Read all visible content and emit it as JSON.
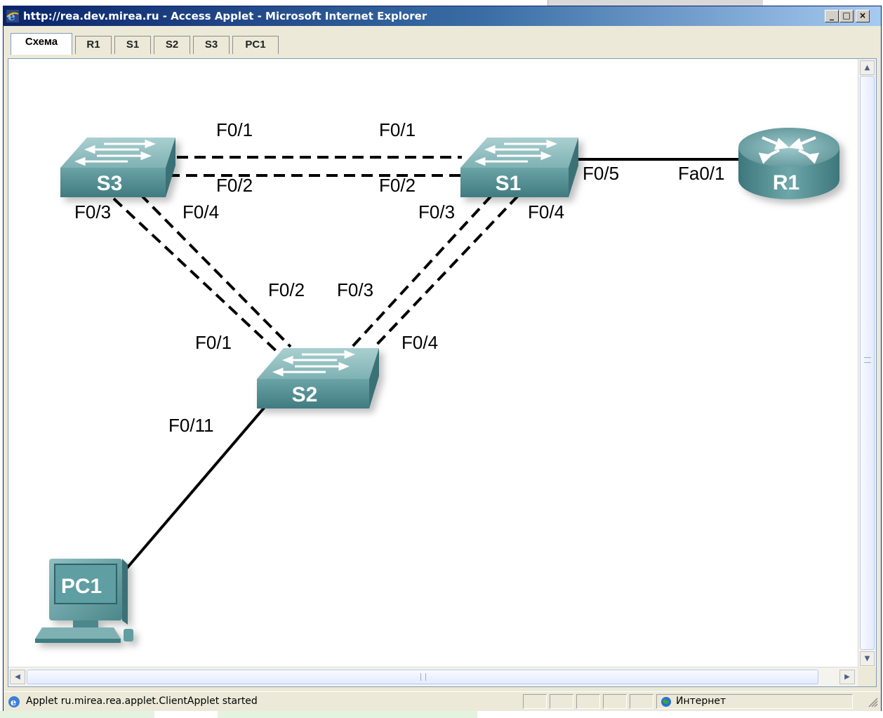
{
  "window": {
    "title": "http://rea.dev.mirea.ru - Access Applet - Microsoft Internet Explorer",
    "min_glyph": "_",
    "max_glyph": "□",
    "close_glyph": "×"
  },
  "tabs": [
    {
      "label": "Схема",
      "active": true
    },
    {
      "label": "R1",
      "active": false
    },
    {
      "label": "S1",
      "active": false
    },
    {
      "label": "S2",
      "active": false
    },
    {
      "label": "S3",
      "active": false
    },
    {
      "label": "PC1",
      "active": false
    }
  ],
  "diagram": {
    "devices": {
      "s3": "S3",
      "s1": "S1",
      "s2": "S2",
      "r1": "R1",
      "pc1": "PC1"
    },
    "ports": {
      "s3_s1_top_s3": "F0/1",
      "s3_s1_top_s1": "F0/1",
      "s3_s1_bottom_s3": "F0/2",
      "s3_s1_bottom_s1": "F0/2",
      "s1_r1_s1": "F0/5",
      "s1_r1_r1": "Fa0/1",
      "s3_s2_a_s3": "F0/3",
      "s3_s2_b_s3": "F0/4",
      "s1_s2_a_s1": "F0/3",
      "s1_s2_b_s1": "F0/4",
      "s2_s3_b_s2": "F0/2",
      "s2_s1_a_s2": "F0/3",
      "s2_s3_a_s2": "F0/1",
      "s2_s1_b_s2": "F0/4",
      "s2_pc1_s2": "F0/11"
    }
  },
  "statusbar": {
    "text": "Applet ru.mirea.rea.applet.ClientApplet started",
    "zone": "Интернет"
  },
  "colors": {
    "titlebar_start": "#0a246a",
    "titlebar_end": "#a6caf0",
    "device_teal": "#4d8c90",
    "frame_bg": "#ece9d8"
  },
  "icons": [
    "ie-icon",
    "globe-icon",
    "resize-grip-icon",
    "scroll-up-icon",
    "scroll-down-icon",
    "scroll-left-icon",
    "scroll-right-icon"
  ]
}
